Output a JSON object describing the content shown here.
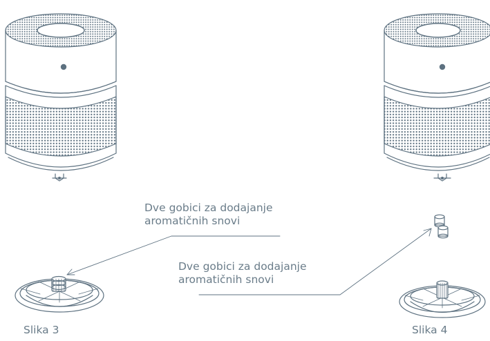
{
  "annotations": {
    "top": {
      "line1": "Dve gobici za dodajanje",
      "line2": "aromatičnih snovi"
    },
    "bottom": {
      "line1": "Dve gobici za dodajanje",
      "line2": "aromatičnih snovi"
    }
  },
  "captions": {
    "left": "Slika 3",
    "right": "Slika 4"
  },
  "colors": {
    "stroke": "#5d7180",
    "text": "#6a7c89",
    "background": "#ffffff"
  }
}
